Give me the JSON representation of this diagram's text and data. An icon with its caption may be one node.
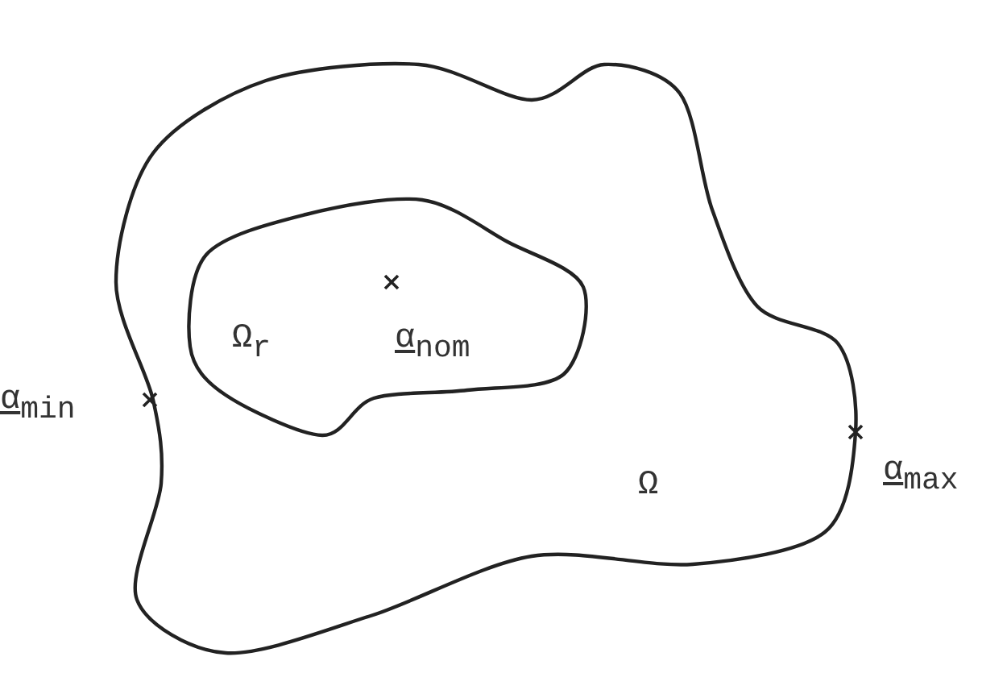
{
  "diagram": {
    "nodes": [
      {
        "text": [
          "Ω"
        ]
      },
      {
        "text": [
          "Ω$_{r}$"
        ],
        "in": 0
      }
    ],
    "labels": [
      "α$_{nom}$",
      "α$_{min}$",
      "α$_{max}$"
    ]
  }
}
